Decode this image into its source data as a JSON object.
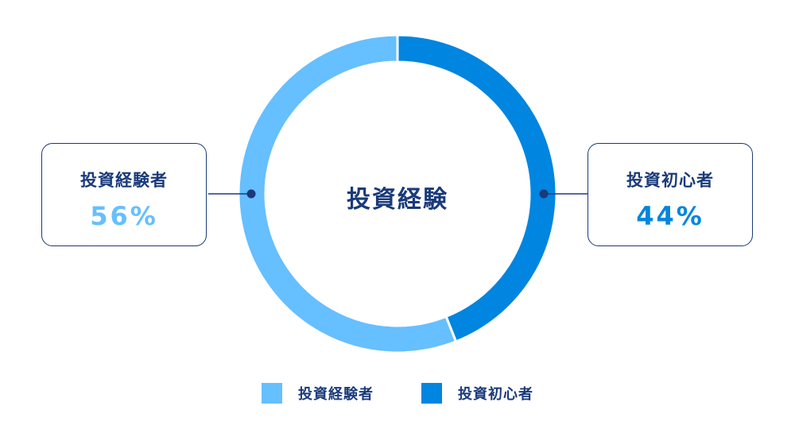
{
  "chart_data": {
    "type": "pie",
    "title": "投資経験",
    "categories": [
      "投資経験者",
      "投資初心者"
    ],
    "values": [
      56,
      44
    ],
    "value_labels": [
      "56%",
      "44%"
    ],
    "colors": [
      "#66bfff",
      "#0085e0"
    ],
    "legend": "bottom-center"
  },
  "colors": {
    "text": "#1a3a7a",
    "connector": "#1a3a7a",
    "experienced": "#66bfff",
    "beginner": "#0085e0"
  }
}
